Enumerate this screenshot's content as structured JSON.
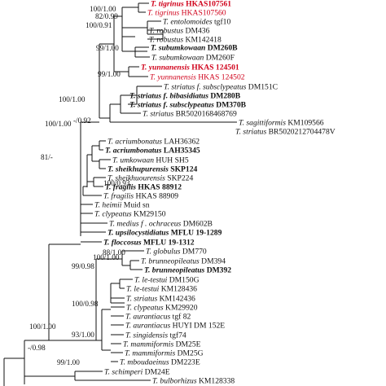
{
  "colors": {
    "line": "#111111",
    "text": "#111111",
    "highlight": "#d0021b"
  },
  "taxa": [
    {
      "name": "T. tigrinus",
      "voucher": "HKAS107561",
      "style": "red-bold"
    },
    {
      "name": "T. tigrinus",
      "voucher": "HKAS107560",
      "style": "red"
    },
    {
      "name": "T. entolomoides",
      "voucher": "tgf10",
      "style": "normal"
    },
    {
      "name": "T. robustus",
      "voucher": "DM436",
      "style": "normal"
    },
    {
      "name": "T. robustus",
      "voucher": "KM142418",
      "style": "normal"
    },
    {
      "name": "T. subumkowaan",
      "voucher": "DM260B",
      "style": "bold"
    },
    {
      "name": "T. subumkowaan",
      "voucher": "DM260F",
      "style": "normal"
    },
    {
      "name": "T. yunnanensis",
      "voucher": "HKAS 124501",
      "style": "red-bold"
    },
    {
      "name": "T. yunnanensis",
      "voucher": "HKAS 124502",
      "style": "red"
    },
    {
      "name": "T. striatus f. subsclypeatus",
      "voucher": "DM151C",
      "style": "normal"
    },
    {
      "name": "T. striatus f. bibasidiatus",
      "voucher": "DM280B",
      "style": "bold"
    },
    {
      "name": "T. striatus f. subsclypeatus",
      "voucher": "DM370B",
      "style": "bold"
    },
    {
      "name": "T. striatus",
      "voucher": "BR5020168468769",
      "style": "normal"
    },
    {
      "name": "T. sagittiformis",
      "voucher": "KM109566",
      "style": "normal"
    },
    {
      "name": "T. striatus",
      "voucher": "BR5020212704478V",
      "style": "normal"
    },
    {
      "name": "T. acriumbonatus",
      "voucher": "LAH36362",
      "style": "normal"
    },
    {
      "name": "T. acriumbonatus",
      "voucher": "LAH35345",
      "style": "bold"
    },
    {
      "name": "T. umkowaan",
      "voucher": "HUH SH5",
      "style": "normal"
    },
    {
      "name": "T. sheikhupurensis",
      "voucher": "SKP124",
      "style": "bold"
    },
    {
      "name": "T. sheikhuourensis",
      "voucher": "SKP224",
      "style": "normal"
    },
    {
      "name": "T. fragilis",
      "voucher": "HKAS 88912",
      "style": "bold"
    },
    {
      "name": "T. fragilis",
      "voucher": "HKAS 88909",
      "style": "normal"
    },
    {
      "name": "T. heimii",
      "voucher": "Muid sn",
      "style": "normal"
    },
    {
      "name": "T. clypeatus",
      "voucher": "KM29150",
      "style": "normal"
    },
    {
      "name": "T. medius f . ochraceus",
      "voucher": "DM602B",
      "style": "normal"
    },
    {
      "name": "T. upsilocystidiatus",
      "voucher": "MFLU 19-1289",
      "style": "bold"
    },
    {
      "name": "T. floccosus",
      "voucher": "MFLU 19-1312",
      "style": "bold"
    },
    {
      "name": "T. globulus",
      "voucher": "DM770",
      "style": "normal"
    },
    {
      "name": "T. brunneopileatus",
      "voucher": "DM394",
      "style": "normal"
    },
    {
      "name": "T. brunneopileatus",
      "voucher": "DM392",
      "style": "bold"
    },
    {
      "name": "T. le-testui",
      "voucher": "DM150G",
      "style": "normal"
    },
    {
      "name": "T. le-testui",
      "voucher": "KM128436",
      "style": "normal"
    },
    {
      "name": "T. striatus",
      "voucher": "KM142436",
      "style": "normal"
    },
    {
      "name": "T. clypeatus",
      "voucher": "KM29920",
      "style": "normal"
    },
    {
      "name": "T. aurantiacus",
      "voucher": "tgf 82",
      "style": "normal"
    },
    {
      "name": "T. aurantiacus",
      "voucher": "HUYI DM 152E",
      "style": "normal"
    },
    {
      "name": "T. singidensis",
      "voucher": "tgf74",
      "style": "normal"
    },
    {
      "name": "T. mammiformis",
      "voucher": "DM25E",
      "style": "normal"
    },
    {
      "name": "T. mammiformis",
      "voucher": "DM25G",
      "style": "normal"
    },
    {
      "name": "T. mboudaeinus",
      "voucher": "DM223E",
      "style": "normal"
    },
    {
      "name": "T. schimperi",
      "voucher": "DM24E",
      "style": "normal"
    },
    {
      "name": "T. bulborhizus",
      "voucher": "KM128338",
      "style": "normal"
    }
  ],
  "supports": [
    "100/1.00",
    "82/0.99",
    "100/0.91",
    "99/1.00",
    "99/1.00",
    "100/1.00",
    "-/0.92",
    "100/1.00",
    "81/-",
    "100/0.93",
    "88/1.00",
    "100/1.00",
    "99/0.98",
    "100/0.98",
    "93/1.00",
    "100/1.00",
    "-/0.98",
    "99/1.00"
  ]
}
